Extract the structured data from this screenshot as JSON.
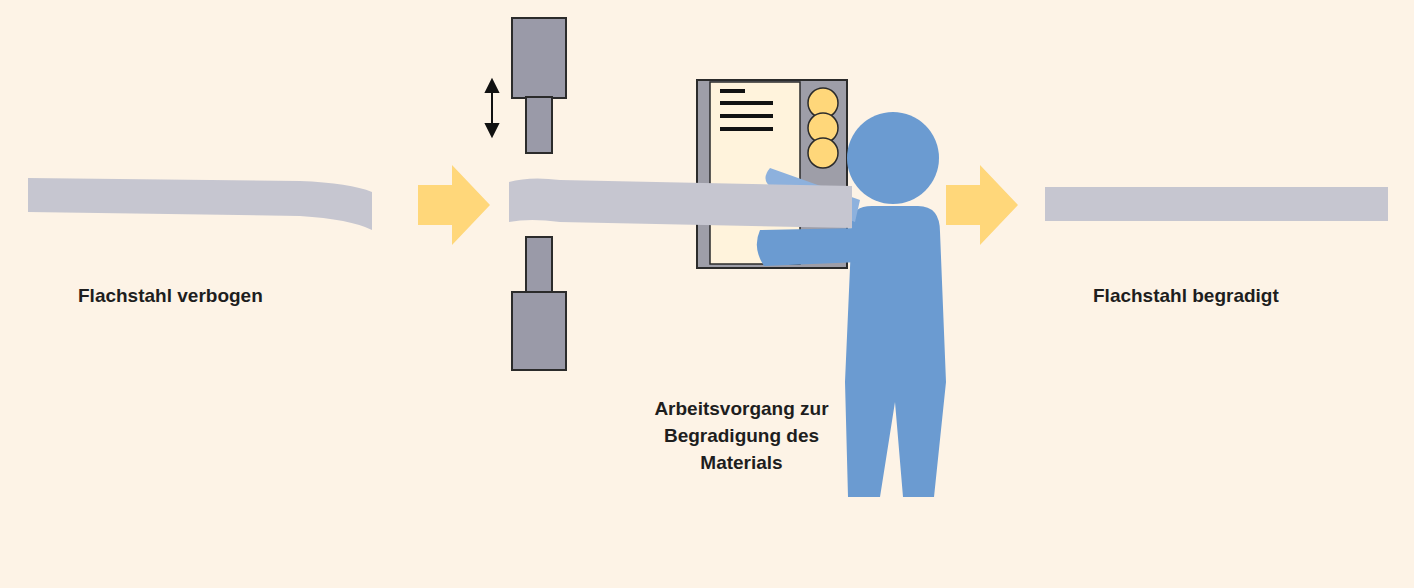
{
  "diagram": {
    "labels": [
      "Flachstahl verbogen",
      "Flachstahl begradigt",
      "Arbeitsvorgang zur Begradigung des Materials"
    ]
  }
}
